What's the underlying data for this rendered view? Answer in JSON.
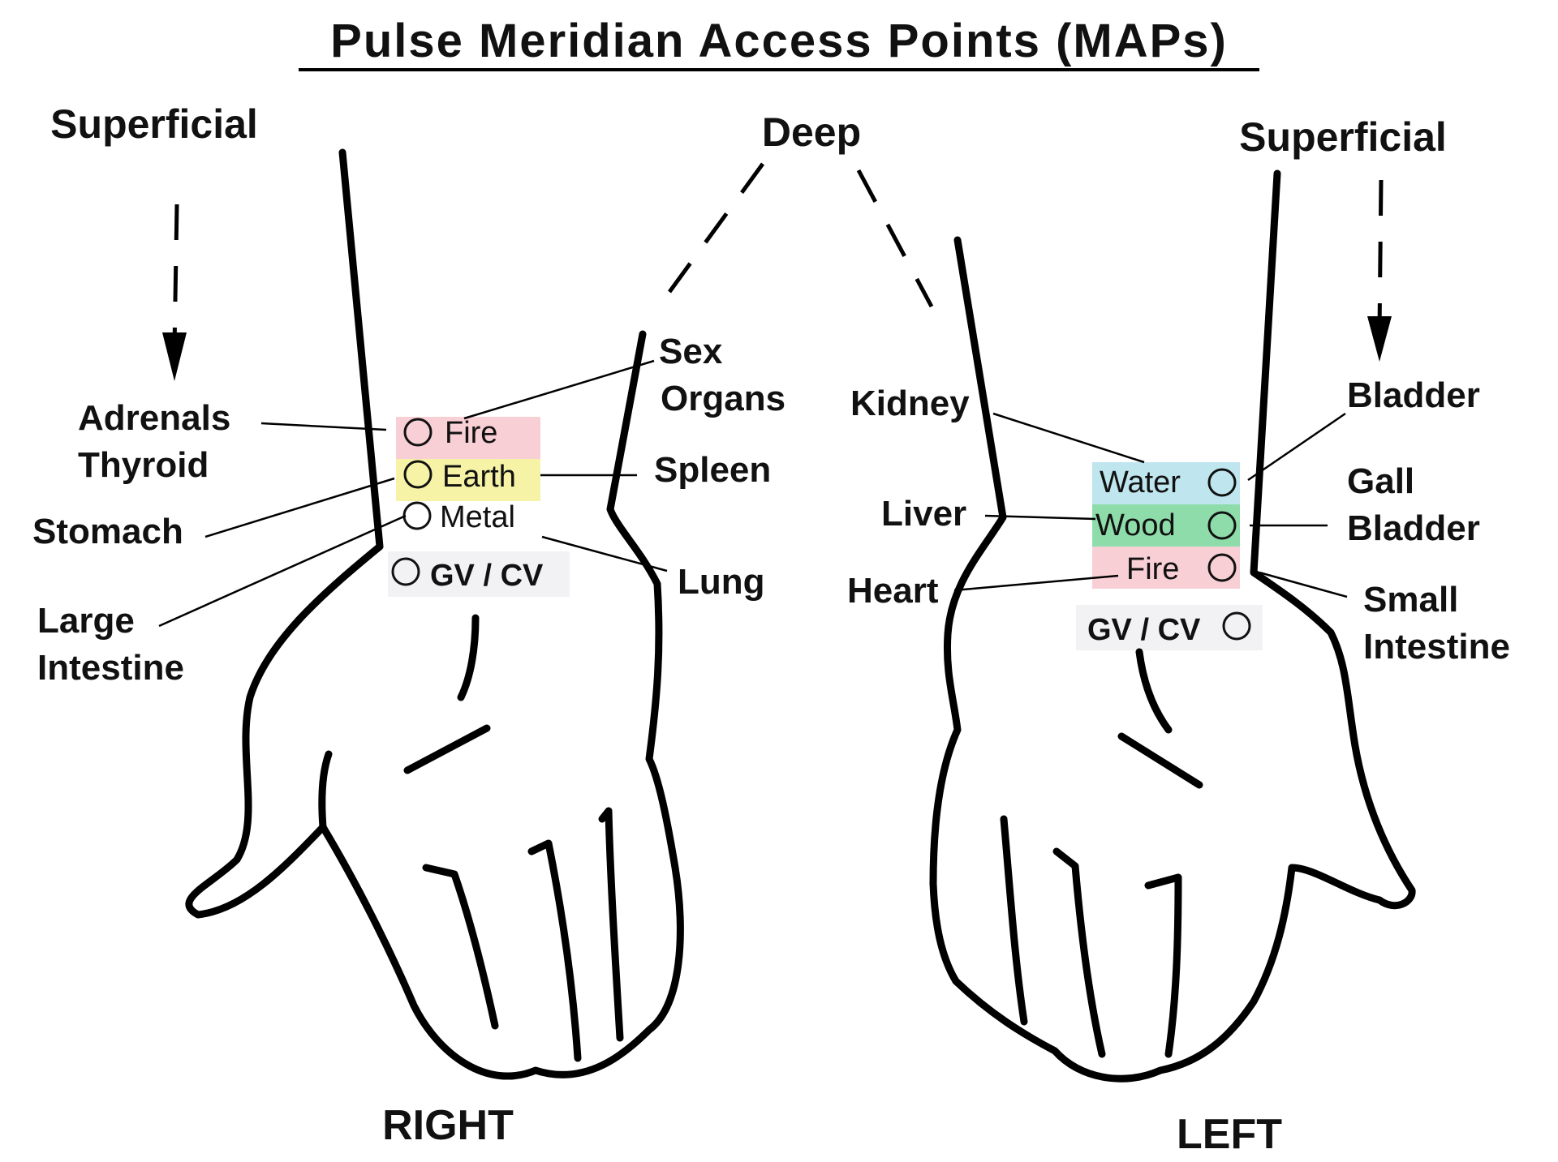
{
  "title": "Pulse Meridian Access Points (MAPs)",
  "depth_labels": {
    "superficial_left": "Superficial",
    "deep": "Deep",
    "superficial_right": "Superficial"
  },
  "right_hand": {
    "caption": "RIGHT",
    "elements": [
      {
        "label": "Fire",
        "color": "#f9cfd6"
      },
      {
        "label": "Earth",
        "color": "#f6f3a6"
      },
      {
        "label": "Metal",
        "color": "#ffffff"
      }
    ],
    "gv_cv": "GV / CV",
    "superficial_organs": {
      "adrenals_thyroid": [
        "Adrenals",
        "Thyroid"
      ],
      "stomach": "Stomach",
      "large_intestine": [
        "Large",
        "Intestine"
      ]
    },
    "deep_organs": {
      "sex_organs": [
        "Sex",
        "Organs"
      ],
      "spleen": "Spleen",
      "lung": "Lung"
    }
  },
  "left_hand": {
    "caption": "LEFT",
    "elements": [
      {
        "label": "Water",
        "color": "#bfe6ef"
      },
      {
        "label": "Wood",
        "color": "#8fdcab"
      },
      {
        "label": "Fire",
        "color": "#f9cfd6"
      }
    ],
    "gv_cv": "GV / CV",
    "deep_organs": {
      "kidney": "Kidney",
      "liver": "Liver",
      "heart": "Heart"
    },
    "superficial_organs": {
      "bladder": "Bladder",
      "gall_bladder": [
        "Gall",
        "Bladder"
      ],
      "small_intestine": [
        "Small",
        "Intestine"
      ]
    }
  }
}
